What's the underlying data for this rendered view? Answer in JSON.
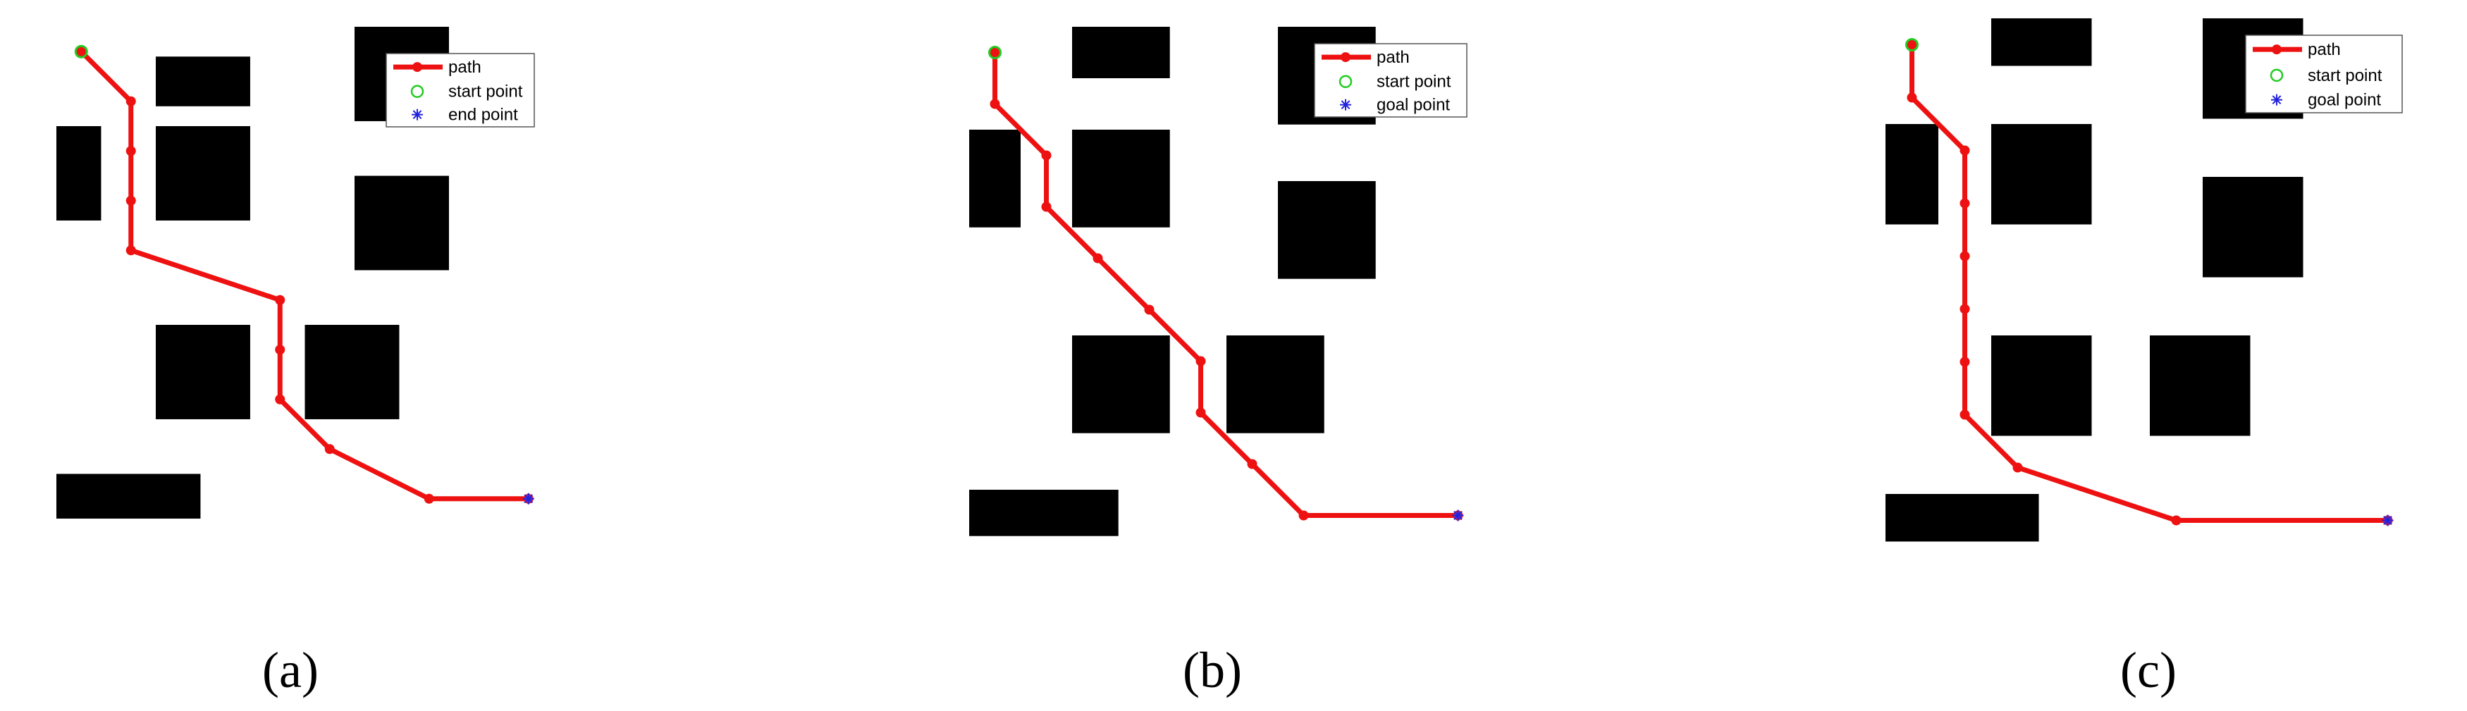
{
  "colors": {
    "path": "#ee1111",
    "obstacle": "#000000",
    "start_marker": "#22cc22",
    "end_marker": "#2222dd",
    "background": "#ffffff"
  },
  "panels": [
    {
      "caption": "(a)",
      "legend": {
        "path": "path",
        "start": "start point",
        "end": "end point"
      },
      "obstacles": [
        [
          2.0,
          0.6,
          1.9,
          1.0
        ],
        [
          6.0,
          0.0,
          1.9,
          1.9
        ],
        [
          0.0,
          2.0,
          0.9,
          1.9
        ],
        [
          2.0,
          2.0,
          1.9,
          1.9
        ],
        [
          6.0,
          3.0,
          1.9,
          1.9
        ],
        [
          2.0,
          6.0,
          1.9,
          1.9
        ],
        [
          5.0,
          6.0,
          1.9,
          1.9
        ],
        [
          0.0,
          9.0,
          2.9,
          0.9
        ]
      ],
      "path": [
        [
          0.5,
          0.5
        ],
        [
          1.5,
          1.5
        ],
        [
          1.5,
          2.5
        ],
        [
          1.5,
          3.5
        ],
        [
          1.5,
          4.5
        ],
        [
          4.5,
          5.5
        ],
        [
          4.5,
          6.5
        ],
        [
          4.5,
          7.5
        ],
        [
          5.5,
          8.5
        ],
        [
          7.5,
          9.5
        ],
        [
          9.5,
          9.5
        ]
      ],
      "start": [
        0.5,
        0.5
      ],
      "end": [
        9.5,
        9.5
      ]
    },
    {
      "caption": "(b)",
      "legend": {
        "path": "path",
        "start": "start point",
        "end": "goal point"
      },
      "obstacles": [
        [
          2.0,
          0.0,
          1.9,
          1.0
        ],
        [
          6.0,
          0.0,
          1.9,
          1.9
        ],
        [
          0.0,
          2.0,
          1.0,
          1.9
        ],
        [
          2.0,
          2.0,
          1.9,
          1.9
        ],
        [
          6.0,
          3.0,
          1.9,
          1.9
        ],
        [
          2.0,
          6.0,
          1.9,
          1.9
        ],
        [
          5.0,
          6.0,
          1.9,
          1.9
        ],
        [
          0.0,
          9.0,
          2.9,
          0.9
        ]
      ],
      "path": [
        [
          0.5,
          0.5
        ],
        [
          0.5,
          1.5
        ],
        [
          1.5,
          2.5
        ],
        [
          1.5,
          3.5
        ],
        [
          2.5,
          4.5
        ],
        [
          3.5,
          5.5
        ],
        [
          4.5,
          6.5
        ],
        [
          4.5,
          7.5
        ],
        [
          5.5,
          8.5
        ],
        [
          6.5,
          9.5
        ],
        [
          9.5,
          9.5
        ]
      ],
      "start": [
        0.5,
        0.5
      ],
      "end": [
        9.5,
        9.5
      ]
    },
    {
      "caption": "(c)",
      "legend": {
        "path": "path",
        "start": "start point",
        "end": "goal point"
      },
      "obstacles": [
        [
          2.0,
          0.0,
          1.9,
          0.9
        ],
        [
          6.0,
          0.0,
          1.9,
          1.9
        ],
        [
          0.0,
          2.0,
          1.0,
          1.9
        ],
        [
          2.0,
          2.0,
          1.9,
          1.9
        ],
        [
          6.0,
          3.0,
          1.9,
          1.9
        ],
        [
          2.0,
          6.0,
          1.9,
          1.9
        ],
        [
          5.0,
          6.0,
          1.9,
          1.9
        ],
        [
          0.0,
          9.0,
          2.9,
          0.9
        ]
      ],
      "path": [
        [
          0.5,
          0.5
        ],
        [
          0.5,
          1.5
        ],
        [
          1.5,
          2.5
        ],
        [
          1.5,
          3.5
        ],
        [
          1.5,
          4.5
        ],
        [
          1.5,
          5.5
        ],
        [
          1.5,
          6.5
        ],
        [
          1.5,
          7.5
        ],
        [
          2.5,
          8.5
        ],
        [
          5.5,
          9.5
        ],
        [
          9.5,
          9.5
        ]
      ],
      "start": [
        0.5,
        0.5
      ],
      "end": [
        9.5,
        9.5
      ]
    }
  ]
}
